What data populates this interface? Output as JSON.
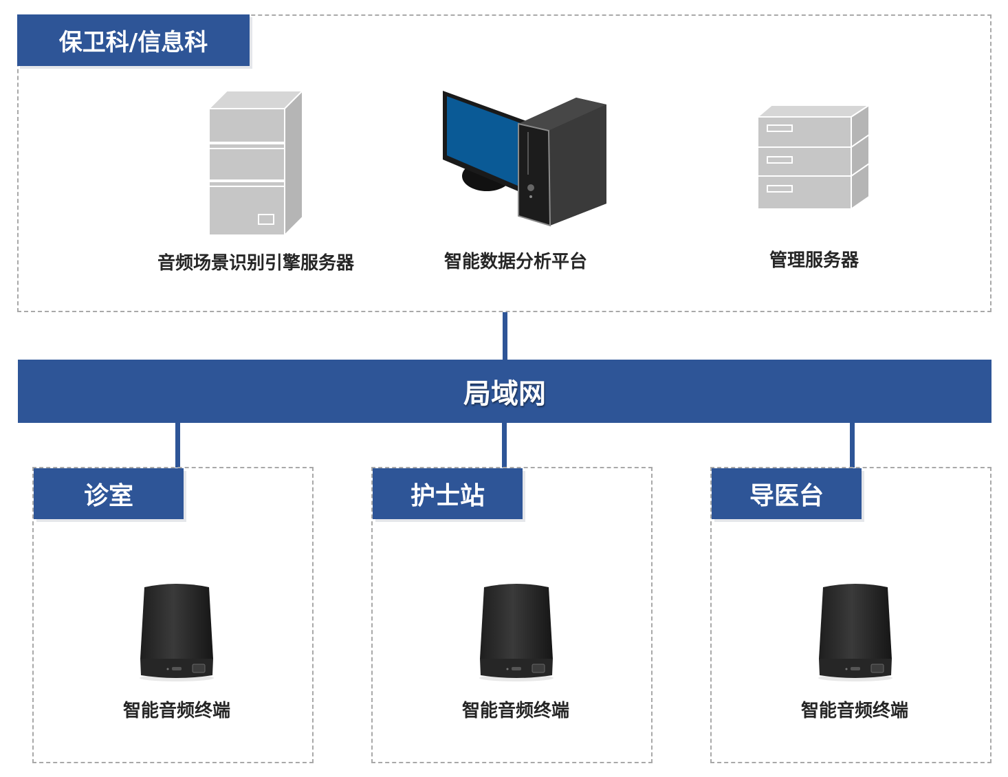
{
  "top_group": {
    "title": "保卫科/信息科",
    "devices": [
      {
        "label": "音频场景识别引擎服务器",
        "icon": "tower-server-icon"
      },
      {
        "label": "智能数据分析平台",
        "icon": "desktop-computer-icon"
      },
      {
        "label": "管理服务器",
        "icon": "drawer-server-icon"
      }
    ]
  },
  "network": {
    "label": "局域网"
  },
  "bottom_groups": [
    {
      "title": "诊室",
      "device": {
        "label": "智能音频终端",
        "icon": "smart-speaker-icon"
      }
    },
    {
      "title": "护士站",
      "device": {
        "label": "智能音频终端",
        "icon": "smart-speaker-icon"
      }
    },
    {
      "title": "导医台",
      "device": {
        "label": "智能音频终端",
        "icon": "smart-speaker-icon"
      }
    }
  ],
  "colors": {
    "accent": "#2e5597",
    "border": "#a8a8a8",
    "text": "#262626"
  }
}
